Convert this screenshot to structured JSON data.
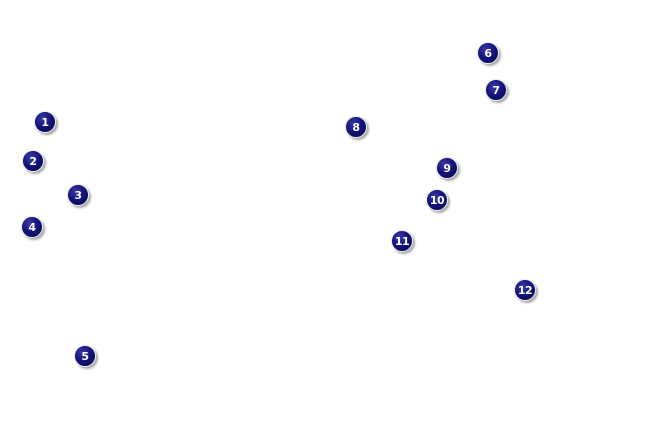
{
  "markers": [
    {
      "label": "1"
    },
    {
      "label": "2"
    },
    {
      "label": "3"
    },
    {
      "label": "4"
    },
    {
      "label": "5"
    },
    {
      "label": "6"
    },
    {
      "label": "7"
    },
    {
      "label": "8"
    },
    {
      "label": "9"
    },
    {
      "label": "10"
    },
    {
      "label": "11"
    },
    {
      "label": "12"
    }
  ],
  "colors": {
    "marker_fill": "#14147a",
    "marker_text": "#ffffff",
    "background": "#ffffff"
  }
}
